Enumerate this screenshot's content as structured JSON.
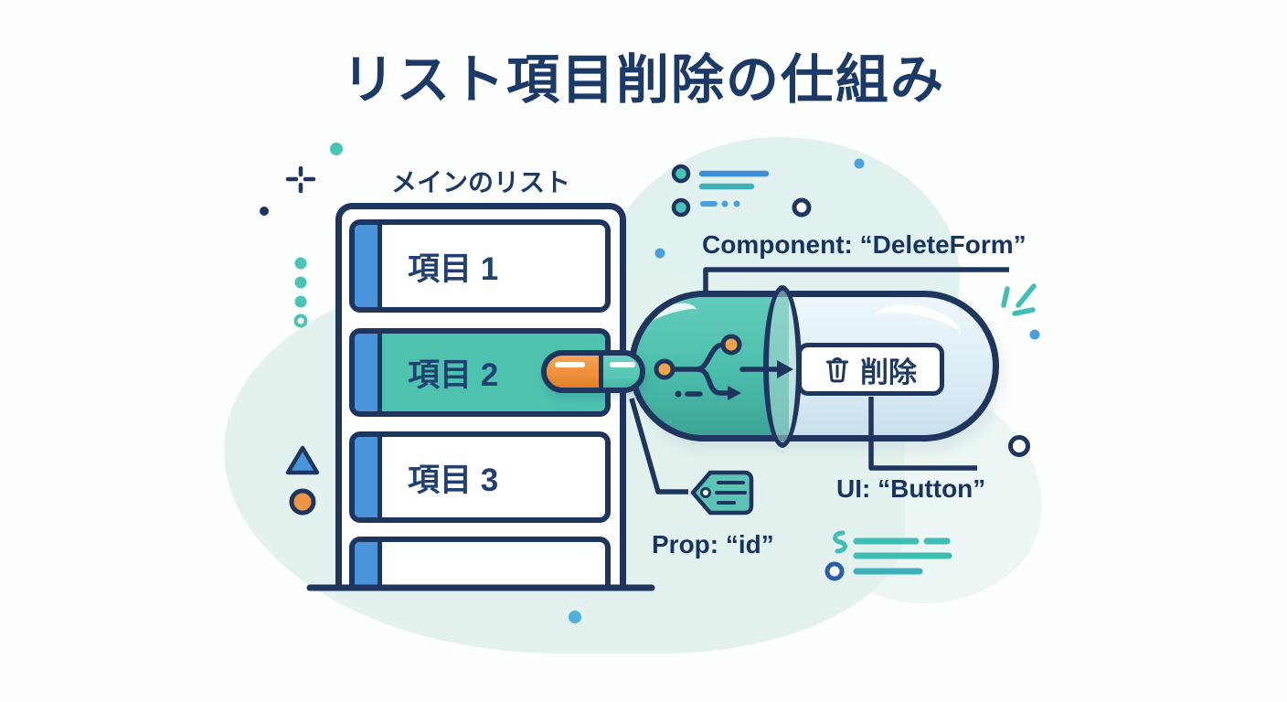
{
  "page": {
    "title": "リスト項目削除の仕組み"
  },
  "list": {
    "label": "メインのリスト",
    "items": [
      {
        "label": "項目 1",
        "highlighted": false
      },
      {
        "label": "項目 2",
        "highlighted": true
      },
      {
        "label": "項目 3",
        "highlighted": false
      },
      {
        "label": "",
        "highlighted": false
      }
    ]
  },
  "annotations": {
    "component": "Component: “DeleteForm”",
    "prop": "Prop: “id”",
    "ui": "UI: “Button”"
  },
  "delete_button": {
    "label": "削除",
    "icon": "trash-icon"
  },
  "icons": [
    "trash-icon",
    "tag-icon",
    "pill-icon",
    "capsule-icon",
    "sparkle-icon",
    "branch-icon"
  ],
  "colors": {
    "navy": "#1e355e",
    "teal": "#4cc2af",
    "blue": "#4a94dc",
    "orange": "#f09343",
    "mint": "#e3f2ee",
    "light_blue": "#ddedf6"
  }
}
